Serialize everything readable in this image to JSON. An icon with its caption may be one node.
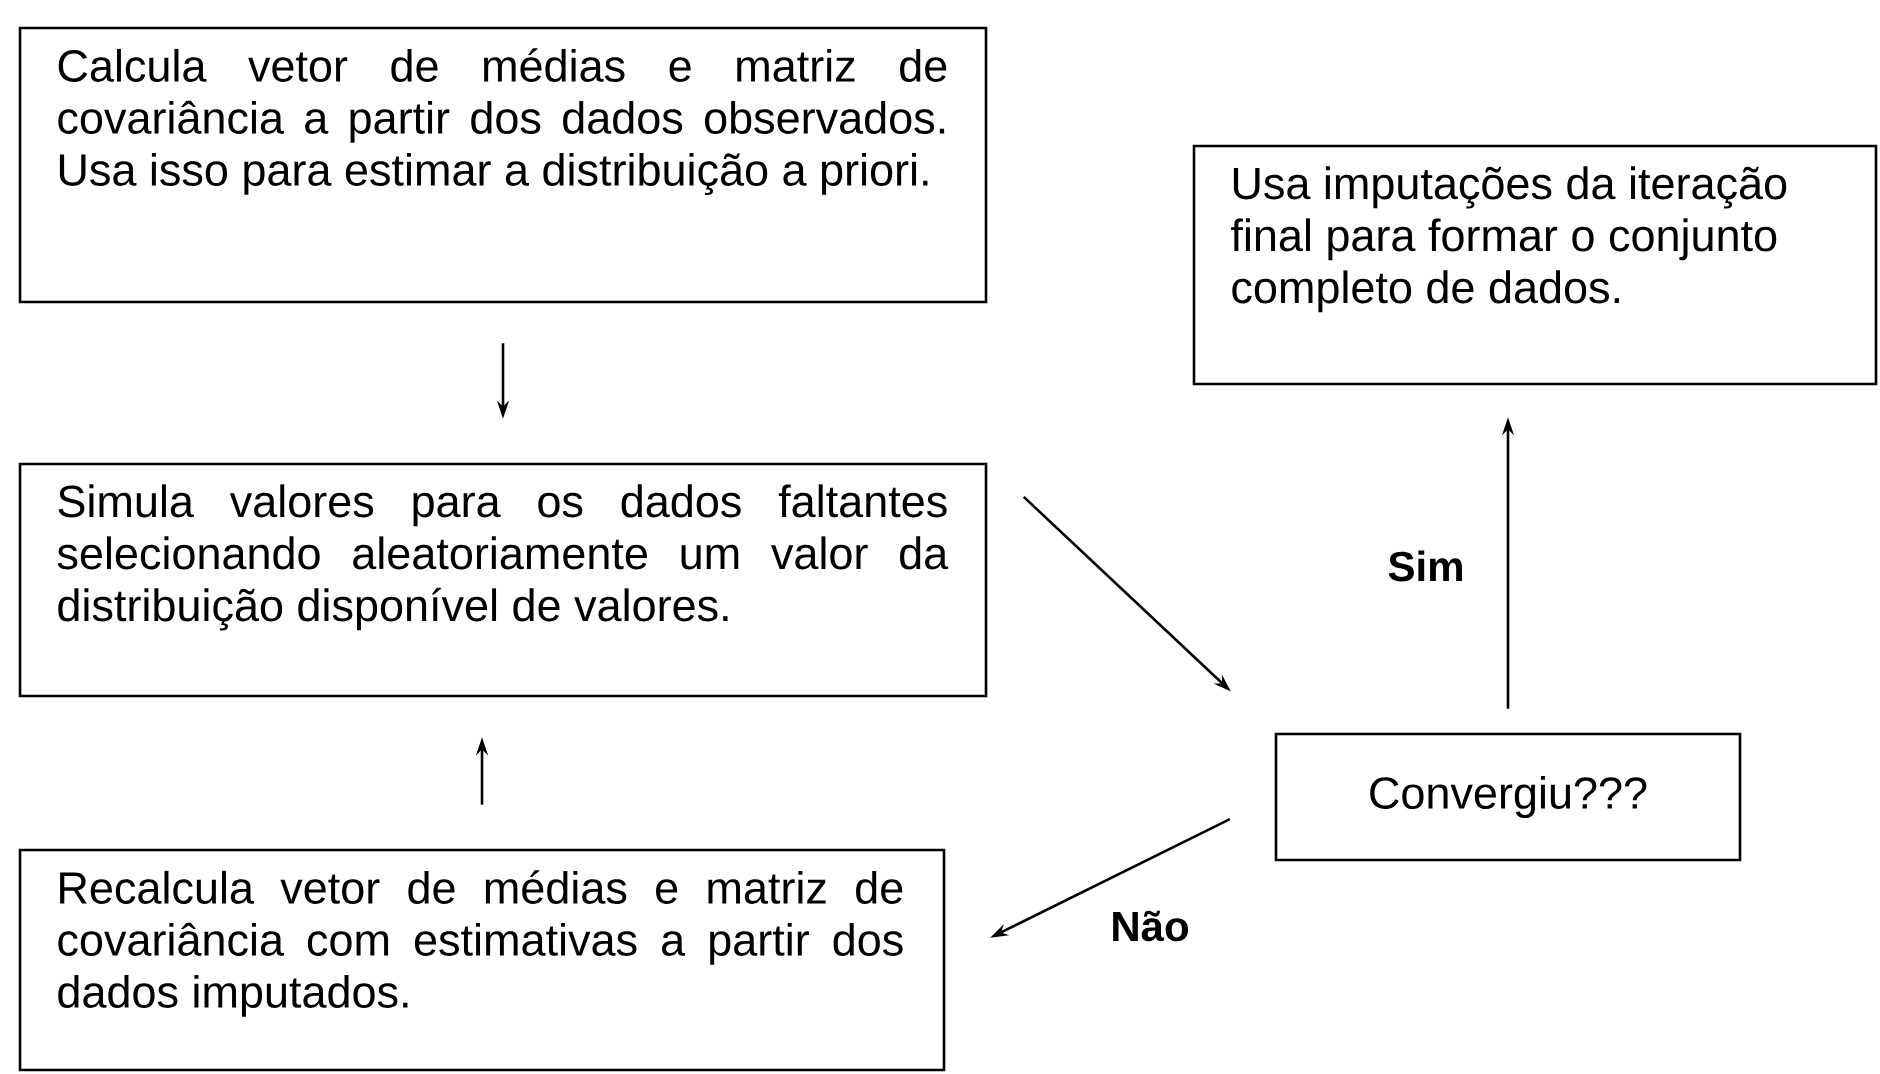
{
  "diagram": {
    "nodes": [
      {
        "text": [
          "Calcula vetor de médias e matriz de covariância a partir dos dados observados. Usa isso para estimar a distribuição a priori."
        ]
      },
      {
        "text": [
          "Simula valores para os dados faltantes selecionando aleatoriamente um valor da distribuição disponível de valores."
        ]
      },
      {
        "text": [
          "Recalcula vetor de médias e matriz de covariância com estimativas a partir dos dados imputados."
        ]
      },
      {
        "text": [
          "Convergiu???"
        ]
      },
      {
        "text": [
          "Usa imputações da iteração final para formar o conjunto completo de dados."
        ]
      }
    ],
    "edges": [
      {
        "from": 0,
        "to": 1,
        "arrow": "to"
      },
      {
        "from": 1,
        "to": 3,
        "arrow": "to"
      },
      {
        "from": 3,
        "to": 2,
        "arrow": "to",
        "label": "Não"
      },
      {
        "from": 3,
        "to": 4,
        "arrow": "to",
        "label": "Sim"
      },
      {
        "from": 2,
        "to": 1,
        "arrow": "to"
      }
    ]
  }
}
